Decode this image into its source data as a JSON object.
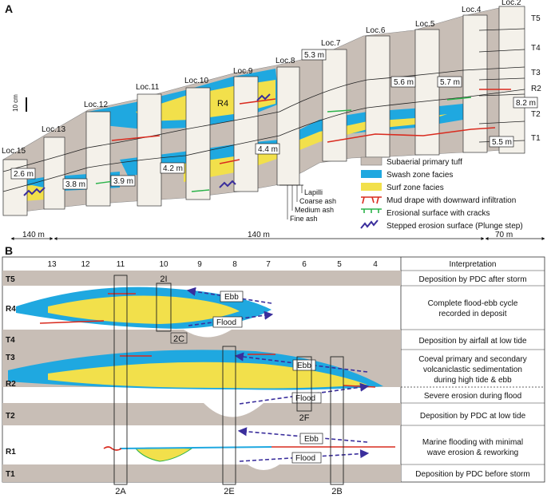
{
  "panel_a": {
    "label": "A",
    "locations": [
      "Loc.15",
      "Loc.13",
      "Loc.12",
      "Loc.11",
      "Loc.10",
      "Loc.9",
      "Loc.8",
      "Loc.7",
      "Loc.6",
      "Loc.5",
      "Loc.4",
      "Loc.2"
    ],
    "units_right": [
      "T5",
      "T4",
      "T3",
      "R2",
      "T2",
      "T1"
    ],
    "r4_label": "R4",
    "scale_bar": "10 cm",
    "distances": [
      "2.6 m",
      "3.8 m",
      "3.9 m",
      "4.2 m",
      "4.4 m",
      "5.3 m",
      "5.6 m",
      "5.7 m",
      "8.2 m",
      "5.5 m"
    ],
    "grain_sizes": [
      "Lapilli",
      "Coarse ash",
      "Medium ash",
      "Fine ash"
    ],
    "legend": [
      {
        "label": "Subaerial primary tuff",
        "color": "#c8beb6"
      },
      {
        "label": "Swash zone facies",
        "color": "#1fa8e0"
      },
      {
        "label": "Surf zone facies",
        "color": "#f2e04b"
      },
      {
        "label": "Mud drape with downward infiltration",
        "color": "#d92b1f"
      },
      {
        "label": "Erosional surface with cracks",
        "color": "#2bb34a"
      },
      {
        "label": "Stepped erosion surface (Plunge step)",
        "color": "#3a2e9c"
      }
    ],
    "horizontal_distances": [
      "140 m",
      "140 m",
      "70 m"
    ]
  },
  "panel_b": {
    "label": "B",
    "columns": [
      "13",
      "12",
      "11",
      "10",
      "9",
      "8",
      "7",
      "6",
      "5",
      "4"
    ],
    "interpretation_header": "Interpretation",
    "units": [
      "T5",
      "R4",
      "T4",
      "T3",
      "R2",
      "T2",
      "R1",
      "T1"
    ],
    "interpretations": [
      "Deposition by PDC after storm",
      "Complete flood-ebb cycle",
      "recorded in deposit",
      "Deposition by airfall at low tide",
      "Coeval primary and secondary",
      "volcaniclastic sedimentation",
      "during high tide & ebb",
      "Severe erosion during flood",
      "Deposition by PDC at low tide",
      "Marine flooding with minimal",
      "wave erosion & reworking",
      "Deposition by PDC before storm"
    ],
    "arrow_labels": [
      "Ebb",
      "Flood",
      "Ebb",
      "Flood",
      "Ebb",
      "Flood"
    ],
    "figure_refs": [
      "2I",
      "2C",
      "2F",
      "2A",
      "2E",
      "2B"
    ],
    "colors": {
      "tuff": "#c8beb6",
      "swash": "#1fa8e0",
      "surf": "#f2e04b",
      "mud": "#d92b1f",
      "arrow": "#3a2e9c"
    }
  }
}
